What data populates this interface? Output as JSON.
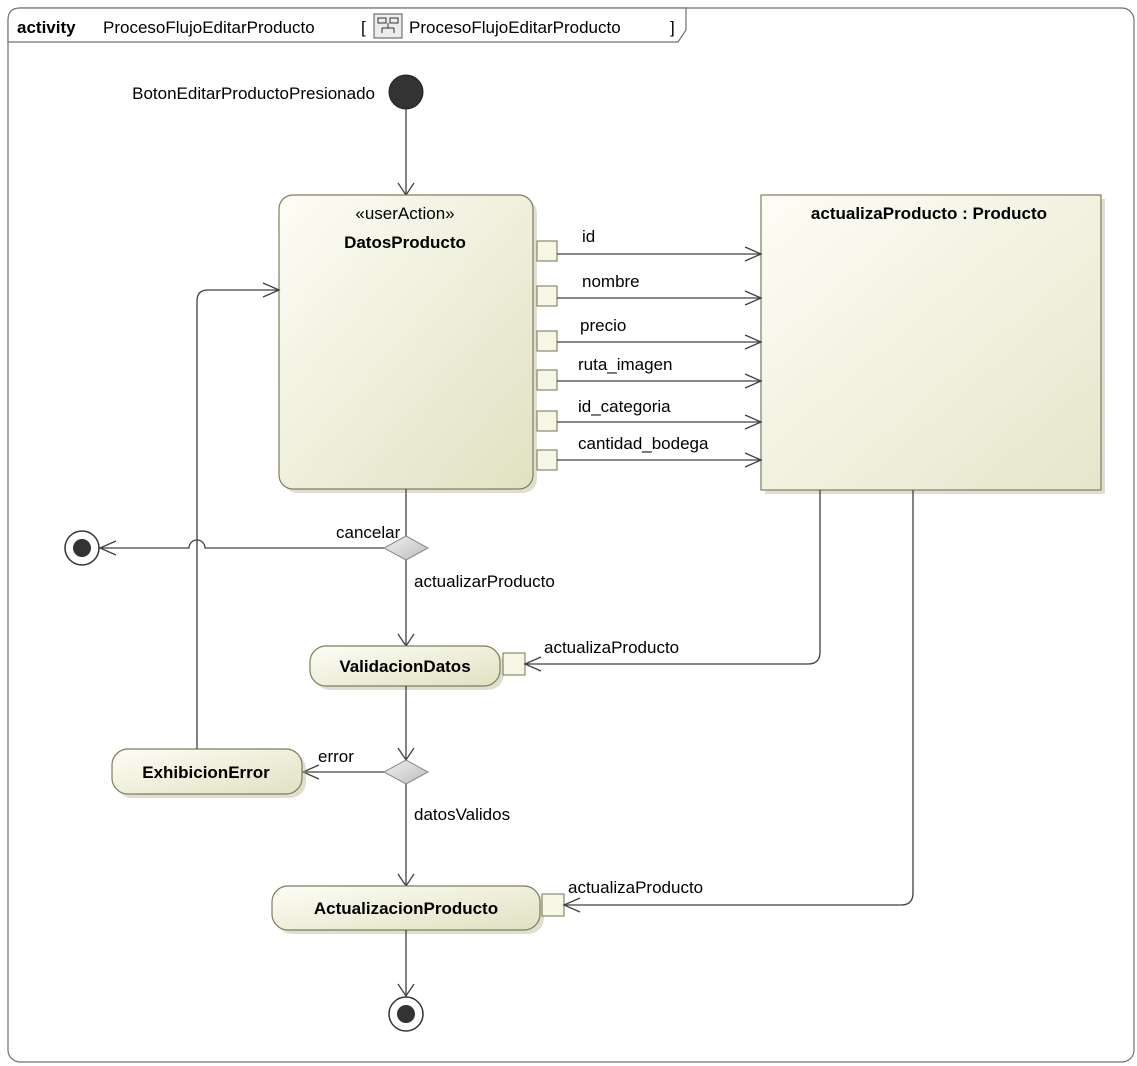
{
  "frame": {
    "keyword": "activity",
    "name": "ProcesoFlujoEditarProducto",
    "open_bracket": "[",
    "reference": "ProcesoFlujoEditarProducto",
    "close_bracket": "]"
  },
  "initial_node": {
    "label": "BotonEditarProductoPresionado"
  },
  "actions": {
    "datos_producto": {
      "stereotype": "«userAction»",
      "name": "DatosProducto"
    },
    "actualiza_producto": {
      "name": "actualizaProducto : Producto"
    },
    "validacion_datos": {
      "name": "ValidacionDatos"
    },
    "exhibicion_error": {
      "name": "ExhibicionError"
    },
    "actualizacion_producto": {
      "name": "ActualizacionProducto"
    }
  },
  "pin_flows": {
    "id": "id",
    "nombre": "nombre",
    "precio": "precio",
    "ruta_imagen": "ruta_imagen",
    "id_categoria": "id_categoria",
    "cantidad_bodega": "cantidad_bodega"
  },
  "guards": {
    "cancelar": "cancelar",
    "actualizar_producto": "actualizarProducto",
    "error": "error",
    "datos_validos": "datosValidos"
  },
  "object_flows": {
    "to_validacion": "actualizaProducto",
    "to_actualizacion": "actualizaProducto"
  },
  "colors": {
    "action_fill_light": "#fbfbf2",
    "action_fill_dark": "#e3e3c6",
    "action_stroke": "#7d7d5e",
    "object_fill_light": "#fbfbf2",
    "object_fill_dark": "#e8e8cf",
    "pin_fill": "#f7f7e6",
    "line": "#404040",
    "frame_stroke": "#707070",
    "decision_fill": "#d8d8d8",
    "node_fill": "#303030"
  }
}
